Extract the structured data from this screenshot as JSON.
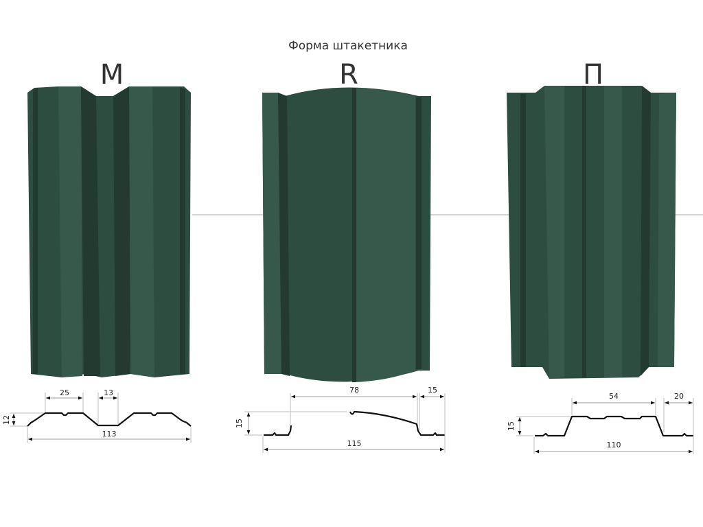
{
  "title": "Форма штакетника",
  "colors": {
    "picket": "#2e4d41",
    "picket_light": "#36594b",
    "picket_dark": "#223a30"
  },
  "pickets": [
    {
      "letter": "M",
      "dims": {
        "w1": "25",
        "w2": "13",
        "height": "12",
        "total": "113"
      }
    },
    {
      "letter": "R",
      "dims": {
        "w1": "78",
        "w2": "15",
        "height": "15",
        "total": "115"
      }
    },
    {
      "letter": "П",
      "dims": {
        "w1": "54",
        "w2": "20",
        "height": "15",
        "total": "110"
      }
    }
  ]
}
